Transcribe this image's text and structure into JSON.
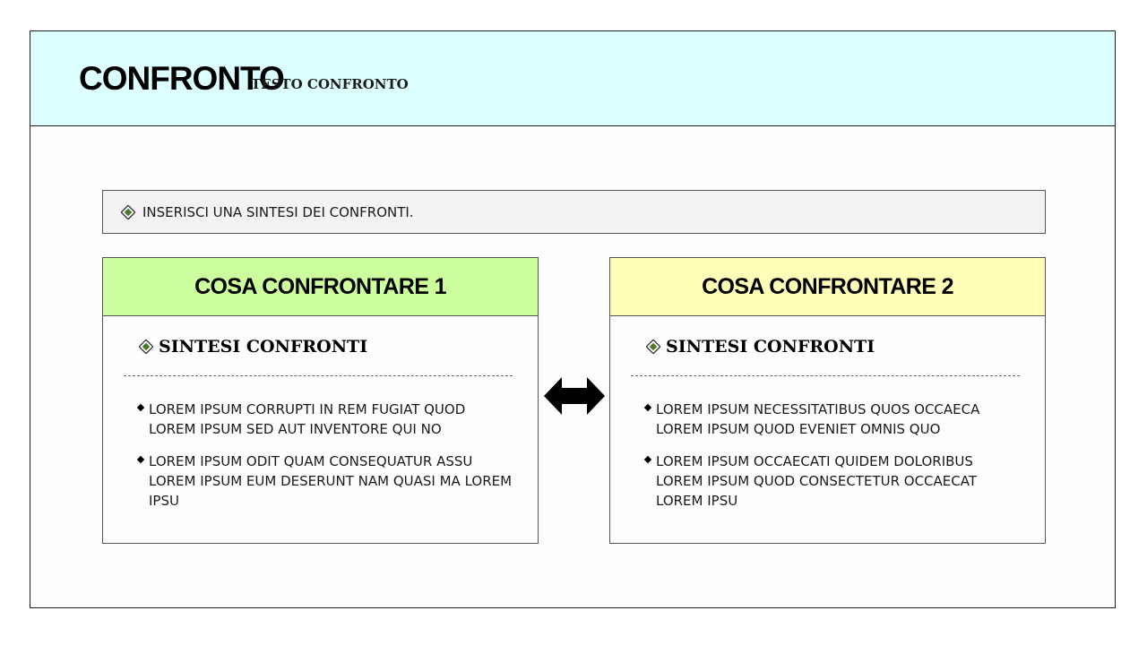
{
  "header": {
    "title": "CONFRONTO",
    "subtitle": "TESTO CONFRONTO"
  },
  "summary": {
    "text": "INSERISCI UNA SINTESI DEI CONFRONTI."
  },
  "cards": [
    {
      "heading": "COSA CONFRONTARE 1",
      "subheading": "SINTESI CONFRONTI",
      "bullets": [
        "LOREM IPSUM CORRUPTI IN REM FUGIAT QUOD LOREM IPSUM SED AUT INVENTORE QUI NO",
        "LOREM IPSUM ODIT QUAM CONSEQUATUR ASSU LOREM IPSUM EUM DESERUNT NAM QUASI MA LOREM IPSU"
      ]
    },
    {
      "heading": "COSA CONFRONTARE 2",
      "subheading": "SINTESI CONFRONTI",
      "bullets": [
        "LOREM IPSUM NECESSITATIBUS QUOS OCCAECA LOREM IPSUM QUOD EVENIET OMNIS QUO",
        "LOREM IPSUM OCCAECATI QUIDEM DOLORIBUS LOREM IPSUM QUOD CONSECTETUR OCCAECAT LOREM IPSU"
      ]
    }
  ],
  "icons": {
    "bullet_diamond": "diamond-bullet-icon",
    "compare_arrow": "double-arrow-icon"
  },
  "colors": {
    "header_bg": "#dcfeff",
    "card1_head_bg": "#cdfe9e",
    "card2_head_bg": "#fefeb9",
    "summary_bg": "#f4f2f5",
    "diamond_accent": "#4a7a2a"
  }
}
